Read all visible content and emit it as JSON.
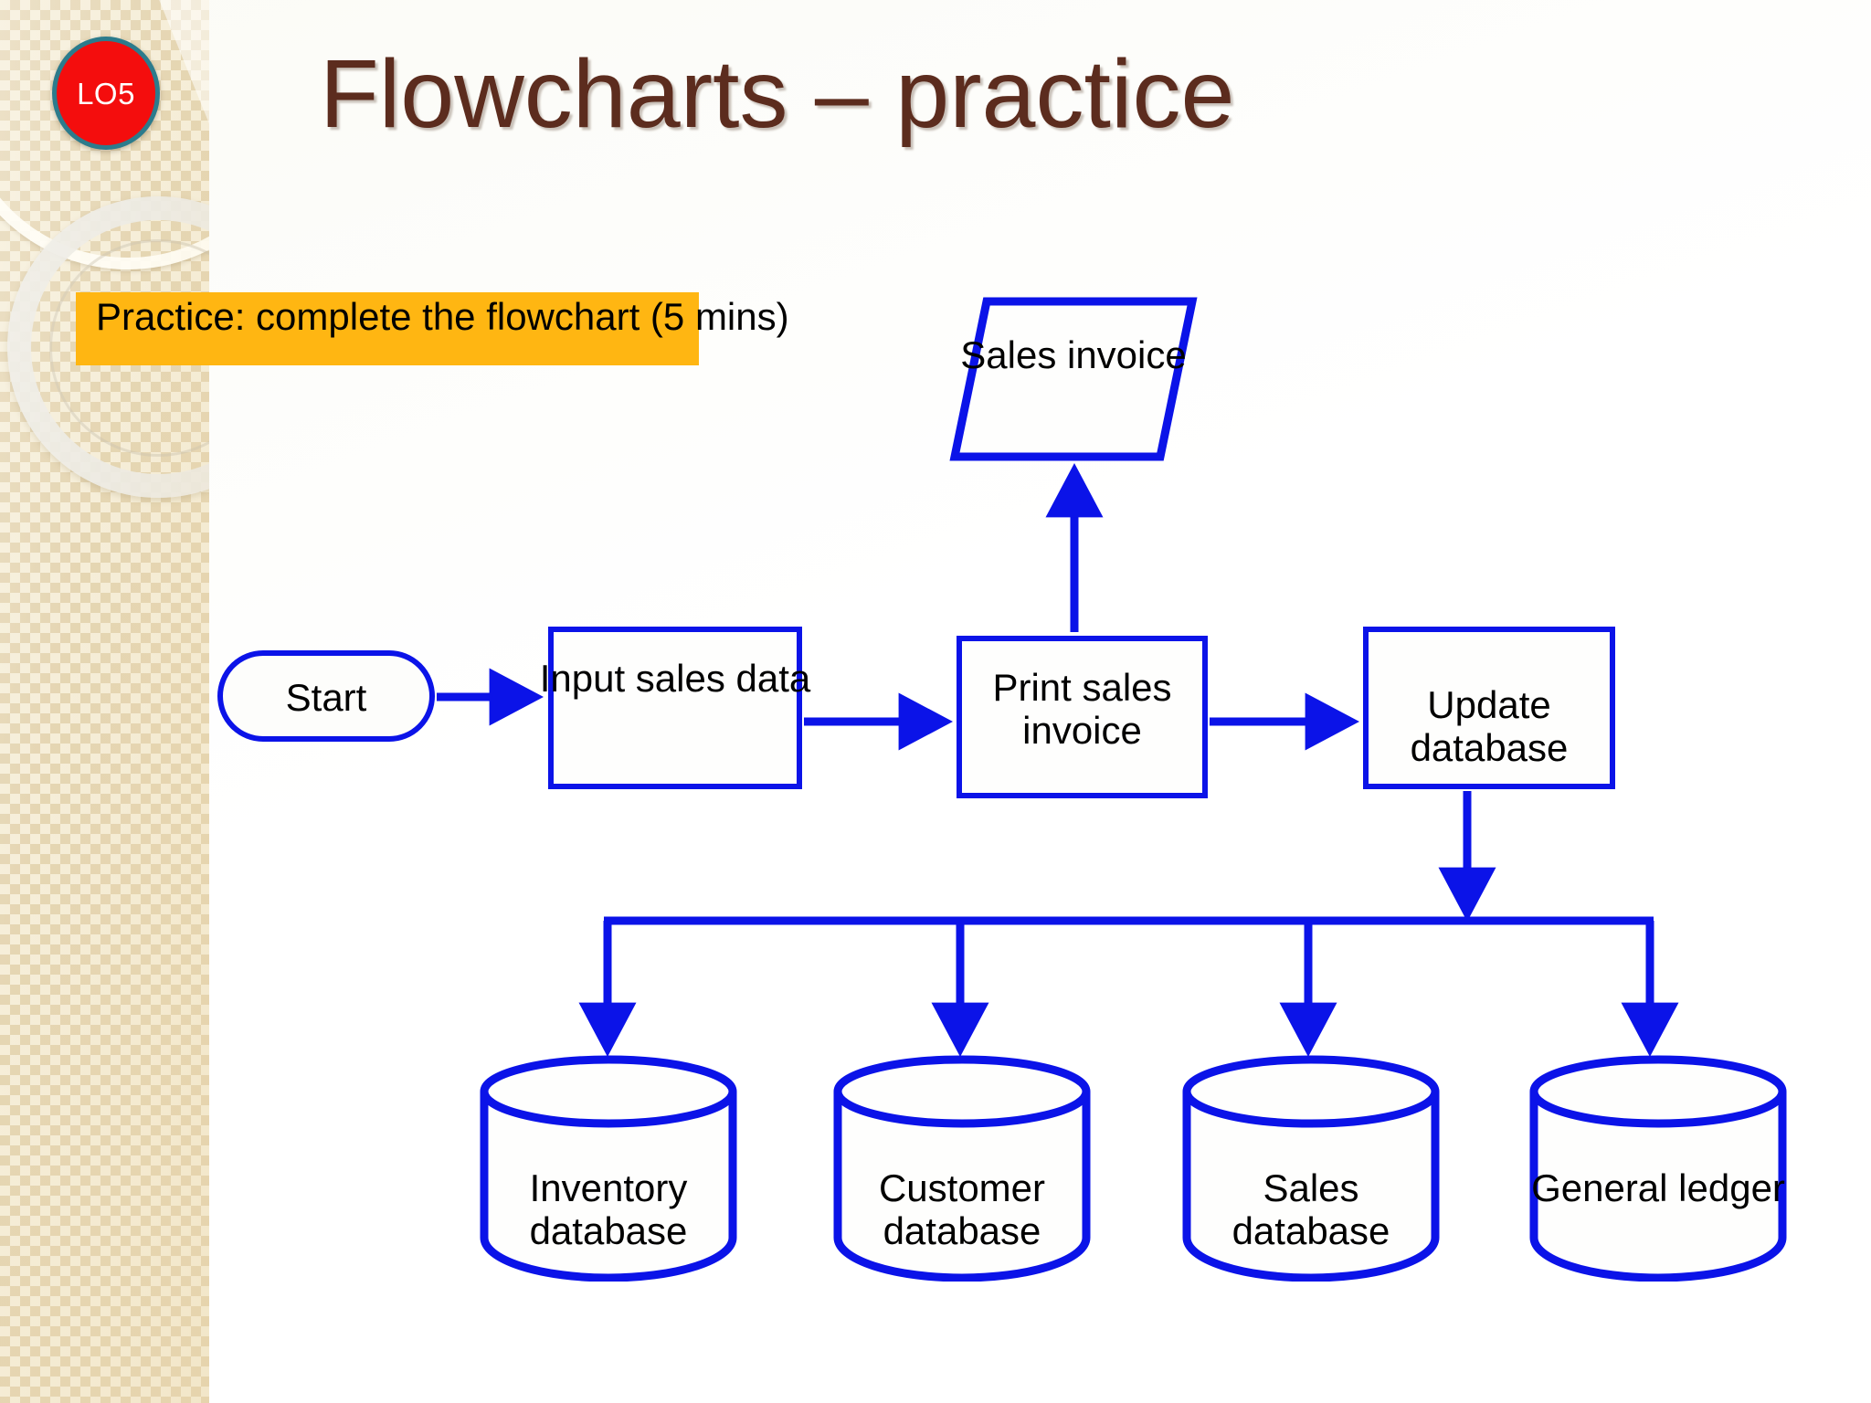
{
  "slide": {
    "badge_label": "LO5",
    "title": "Flowcharts – practice",
    "instruction": "Practice:  complete the flowchart (5 mins)",
    "colors": {
      "title_brown": "#5c2c1e",
      "highlight_orange": "#ffb612",
      "flow_blue": "#0b13e8",
      "badge_red": "#f40d0d",
      "badge_ring_teal": "#2c7b8c",
      "sidebar_beige": "#f0e3c0"
    }
  },
  "flowchart": {
    "nodes": {
      "start": {
        "label": "Start",
        "shape": "terminator"
      },
      "input_sales_data": {
        "label": "Input sales data",
        "shape": "process"
      },
      "print_sales_invoice": {
        "label": "Print sales invoice",
        "shape": "process"
      },
      "update_database": {
        "label": "Update database",
        "shape": "process"
      },
      "sales_invoice": {
        "label": "Sales invoice",
        "shape": "document-parallelogram"
      },
      "inventory_database": {
        "label": "Inventory database",
        "shape": "cylinder"
      },
      "customer_database": {
        "label": "Customer database",
        "shape": "cylinder"
      },
      "sales_database": {
        "label": "Sales database",
        "shape": "cylinder"
      },
      "general_ledger": {
        "label": "General ledger",
        "shape": "cylinder"
      }
    },
    "edges": [
      {
        "from": "start",
        "to": "input_sales_data",
        "direction": "right"
      },
      {
        "from": "input_sales_data",
        "to": "print_sales_invoice",
        "direction": "right"
      },
      {
        "from": "print_sales_invoice",
        "to": "sales_invoice",
        "direction": "up"
      },
      {
        "from": "print_sales_invoice",
        "to": "update_database",
        "direction": "right"
      },
      {
        "from": "update_database",
        "to": "inventory_database",
        "direction": "down-bus"
      },
      {
        "from": "update_database",
        "to": "customer_database",
        "direction": "down-bus"
      },
      {
        "from": "update_database",
        "to": "sales_database",
        "direction": "down-bus"
      },
      {
        "from": "update_database",
        "to": "general_ledger",
        "direction": "down-bus"
      }
    ]
  }
}
